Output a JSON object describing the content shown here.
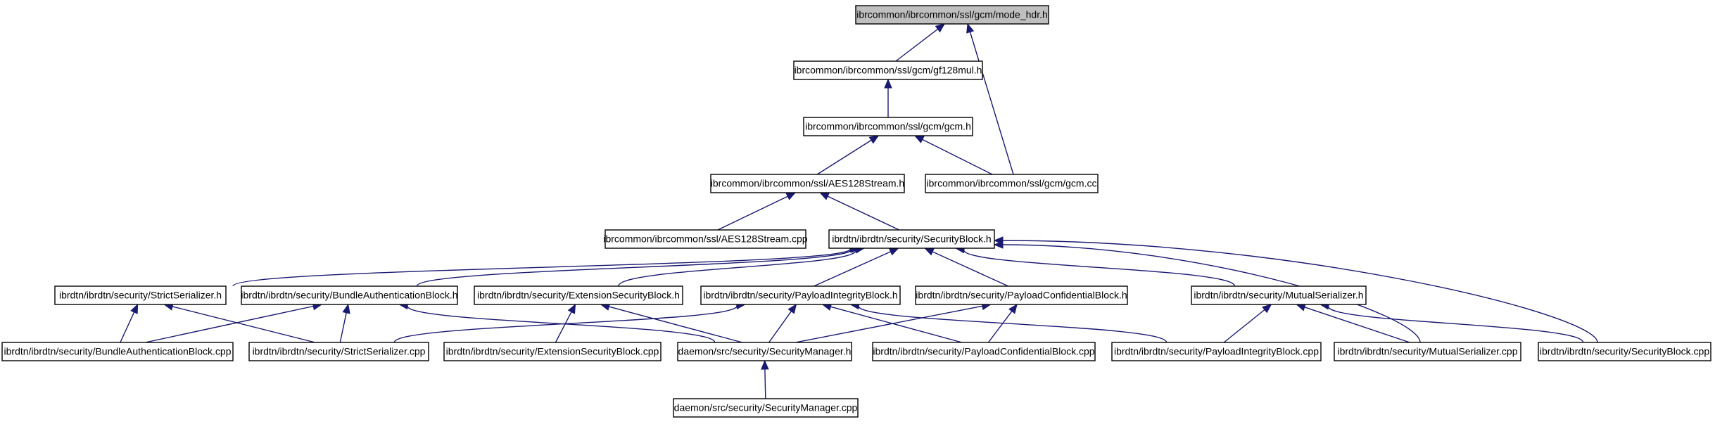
{
  "colors": {
    "edge": "#191970",
    "root_fill": "#bfbfbf",
    "node_fill": "#ffffff",
    "node_stroke": "#000000"
  },
  "nodes": [
    {
      "id": "mode_hdr",
      "label": "ibrcommon/ibrcommon/ssl/gcm/mode_hdr.h",
      "root": true
    },
    {
      "id": "gf128mul",
      "label": "ibrcommon/ibrcommon/ssl/gcm/gf128mul.h"
    },
    {
      "id": "gcm_h",
      "label": "ibrcommon/ibrcommon/ssl/gcm/gcm.h"
    },
    {
      "id": "aes_h",
      "label": "ibrcommon/ibrcommon/ssl/AES128Stream.h"
    },
    {
      "id": "gcm_cc",
      "label": "ibrcommon/ibrcommon/ssl/gcm/gcm.cc"
    },
    {
      "id": "aes_cpp",
      "label": "ibrcommon/ibrcommon/ssl/AES128Stream.cpp"
    },
    {
      "id": "secblock_h",
      "label": "ibrdtn/ibrdtn/security/SecurityBlock.h"
    },
    {
      "id": "strict_h",
      "label": "ibrdtn/ibrdtn/security/StrictSerializer.h"
    },
    {
      "id": "bab_h",
      "label": "ibrdtn/ibrdtn/security/BundleAuthenticationBlock.h"
    },
    {
      "id": "esb_h",
      "label": "ibrdtn/ibrdtn/security/ExtensionSecurityBlock.h"
    },
    {
      "id": "pib_h",
      "label": "ibrdtn/ibrdtn/security/PayloadIntegrityBlock.h"
    },
    {
      "id": "pcb_h",
      "label": "ibrdtn/ibrdtn/security/PayloadConfidentialBlock.h"
    },
    {
      "id": "mutual_h",
      "label": "ibrdtn/ibrdtn/security/MutualSerializer.h"
    },
    {
      "id": "bab_cpp",
      "label": "ibrdtn/ibrdtn/security/BundleAuthenticationBlock.cpp"
    },
    {
      "id": "strict_cpp",
      "label": "ibrdtn/ibrdtn/security/StrictSerializer.cpp"
    },
    {
      "id": "esb_cpp",
      "label": "ibrdtn/ibrdtn/security/ExtensionSecurityBlock.cpp"
    },
    {
      "id": "secmgr_h",
      "label": "daemon/src/security/SecurityManager.h"
    },
    {
      "id": "pcb_cpp",
      "label": "ibrdtn/ibrdtn/security/PayloadConfidentialBlock.cpp"
    },
    {
      "id": "pib_cpp",
      "label": "ibrdtn/ibrdtn/security/PayloadIntegrityBlock.cpp"
    },
    {
      "id": "mutual_cpp",
      "label": "ibrdtn/ibrdtn/security/MutualSerializer.cpp"
    },
    {
      "id": "secblock_cpp",
      "label": "ibrdtn/ibrdtn/security/SecurityBlock.cpp"
    },
    {
      "id": "secmgr_cpp",
      "label": "daemon/src/security/SecurityManager.cpp"
    }
  ],
  "edges": [
    [
      "mode_hdr",
      "gf128mul"
    ],
    [
      "mode_hdr",
      "gcm_cc"
    ],
    [
      "gf128mul",
      "gcm_h"
    ],
    [
      "gcm_h",
      "aes_h"
    ],
    [
      "gcm_h",
      "gcm_cc"
    ],
    [
      "aes_h",
      "aes_cpp"
    ],
    [
      "aes_h",
      "secblock_h"
    ],
    [
      "secblock_h",
      "strict_h"
    ],
    [
      "secblock_h",
      "bab_h"
    ],
    [
      "secblock_h",
      "esb_h"
    ],
    [
      "secblock_h",
      "pib_h"
    ],
    [
      "secblock_h",
      "pcb_h"
    ],
    [
      "secblock_h",
      "mutual_h"
    ],
    [
      "secblock_h",
      "mutual_cpp"
    ],
    [
      "secblock_h",
      "secblock_cpp"
    ],
    [
      "strict_h",
      "bab_cpp"
    ],
    [
      "strict_h",
      "strict_cpp"
    ],
    [
      "bab_h",
      "bab_cpp"
    ],
    [
      "bab_h",
      "strict_cpp"
    ],
    [
      "bab_h",
      "secmgr_h"
    ],
    [
      "esb_h",
      "esb_cpp"
    ],
    [
      "esb_h",
      "secmgr_h"
    ],
    [
      "pib_h",
      "strict_cpp"
    ],
    [
      "pib_h",
      "secmgr_h"
    ],
    [
      "pib_h",
      "pcb_cpp"
    ],
    [
      "pib_h",
      "pib_cpp"
    ],
    [
      "pcb_h",
      "secmgr_h"
    ],
    [
      "pcb_h",
      "pcb_cpp"
    ],
    [
      "mutual_h",
      "pib_cpp"
    ],
    [
      "mutual_h",
      "mutual_cpp"
    ],
    [
      "mutual_h",
      "secblock_cpp"
    ],
    [
      "secmgr_h",
      "secmgr_cpp"
    ]
  ]
}
